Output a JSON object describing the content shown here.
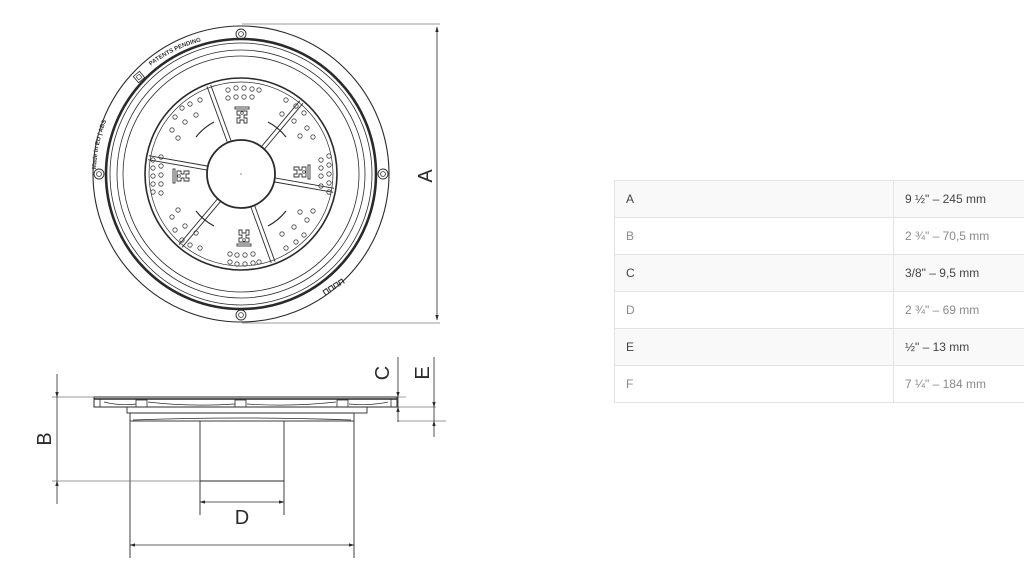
{
  "drawing": {
    "top_view": {
      "ring_text_top": "PATENTS PENDING",
      "ring_text_left": "Made in EU | ABS",
      "ring_logo": "brand-logo",
      "hub_glyph": "aqua-figure-icon"
    },
    "dimension_labels": {
      "A": "A",
      "B": "B",
      "C": "C",
      "D": "D",
      "E": "E"
    }
  },
  "spec_table": {
    "rows": [
      {
        "key": "A",
        "value": "9 ½\" – 245 mm"
      },
      {
        "key": "B",
        "value": "2 ¾\" – 70,5 mm"
      },
      {
        "key": "C",
        "value": "3/8\" – 9,5 mm"
      },
      {
        "key": "D",
        "value": "2 ¾\" – 69 mm"
      },
      {
        "key": "E",
        "value": "½\" – 13 mm"
      },
      {
        "key": "F",
        "value": "7 ¼\" – 184 mm"
      }
    ]
  },
  "colors": {
    "line": "#2a2a2a",
    "table_border": "#e3e3e3",
    "row_odd_bg": "#f9f9f9",
    "row_odd_text": "#444444",
    "row_even_text": "#8a8a8a"
  }
}
